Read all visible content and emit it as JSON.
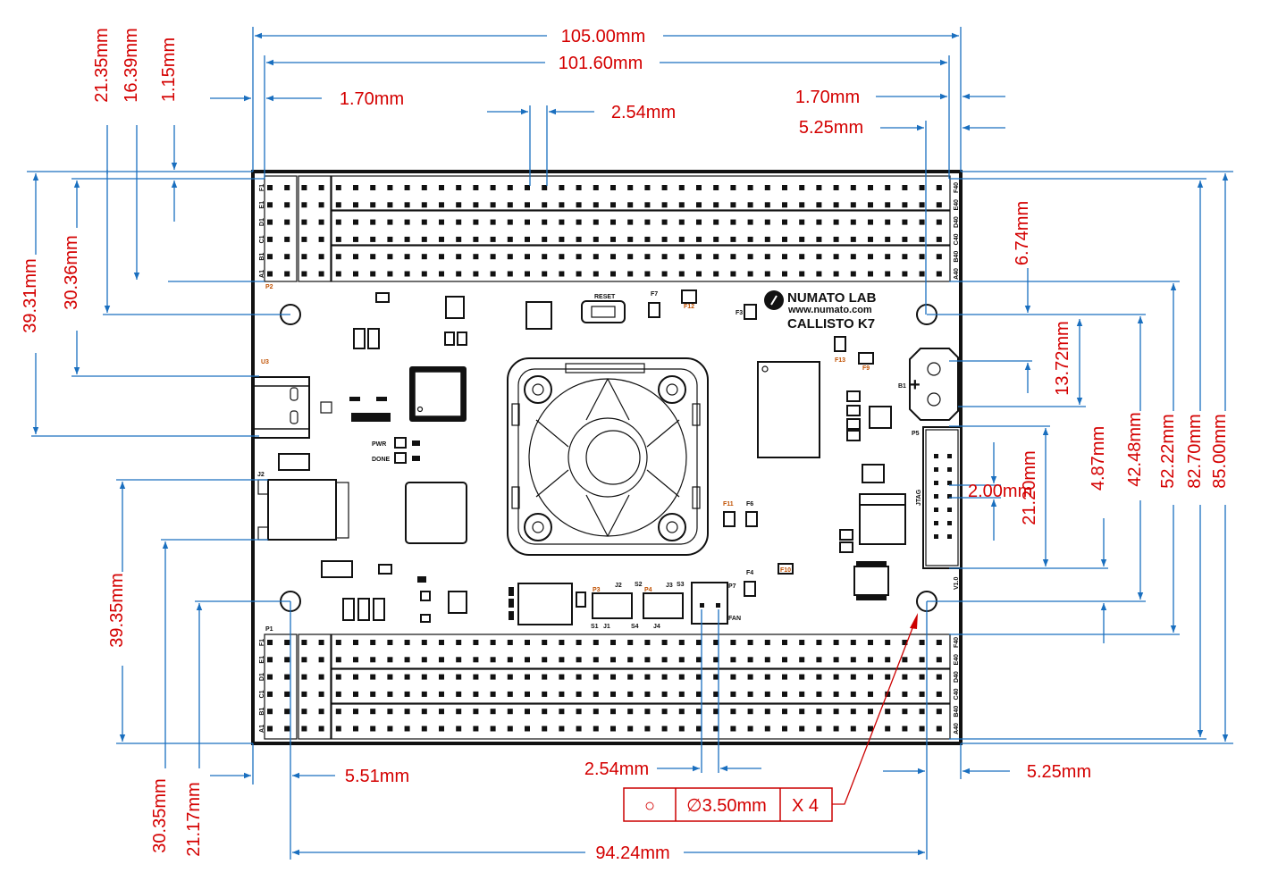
{
  "colors": {
    "dimension_text": "#d40000",
    "dimension_line": "#1a6fbf",
    "board": "#111111",
    "silk_ref": "#c05000"
  },
  "dimensions": {
    "board_width": "105.00mm",
    "header_span": "101.60mm",
    "left_margin_top": "1.70mm",
    "pin_pitch_top": "2.54mm",
    "right_margin_top": "1.70mm",
    "hole_right_offset_top": "5.25mm",
    "left_21_35": "21.35mm",
    "left_16_39": "16.39mm",
    "left_1_15": "1.15mm",
    "left_39_31": "39.31mm",
    "left_30_36": "30.36mm",
    "left_39_35": "39.35mm",
    "left_30_35": "30.35mm",
    "left_21_17": "21.17mm",
    "hole_left_offset_bottom": "5.51mm",
    "pin_pitch_bottom": "2.54mm",
    "hole_right_offset_bottom": "5.25mm",
    "hole_spacing": "94.24mm",
    "right_6_74": "6.74mm",
    "right_13_72": "13.72mm",
    "jtag_pitch": "2.00mm",
    "right_21_20": "21.20mm",
    "right_4_87": "4.87mm",
    "right_42_48": "42.48mm",
    "right_52_22": "52.22mm",
    "right_82_70": "82.70mm",
    "board_height": "85.00mm"
  },
  "hole_callout": {
    "symbol": "○",
    "diameter": "∅3.50mm",
    "count": "X 4"
  },
  "board": {
    "brand": "NUMATO LAB",
    "url": "www.numato.com",
    "model": "CALLISTO K7",
    "version": "V1.0",
    "header_top_ref": "P2",
    "header_bottom_ref": "P1",
    "row_labels_left": [
      "F1",
      "E1",
      "D1",
      "C1",
      "B1",
      "A1"
    ],
    "row_labels_right": [
      "F40",
      "E40",
      "D40",
      "C40",
      "B40",
      "A40"
    ],
    "refs": {
      "u3": "U3",
      "j2_left": "J2",
      "reset": "RESET",
      "f7": "F7",
      "f12": "F12",
      "f3": "F3",
      "f13": "F13",
      "f9": "F9",
      "b1": "B1",
      "p5": "P5",
      "jtag": "JTAG",
      "f11": "F11",
      "f6": "F6",
      "f4": "F4",
      "f10": "F10",
      "p7": "P7",
      "fan": "FAN",
      "p3": "P3",
      "j2": "J2",
      "s2": "S2",
      "p4": "P4",
      "j3": "J3",
      "s3": "S3",
      "s1": "S1",
      "j1": "J1",
      "s4": "S4",
      "j4": "J4",
      "pwr": "PWR",
      "done": "DONE"
    }
  }
}
